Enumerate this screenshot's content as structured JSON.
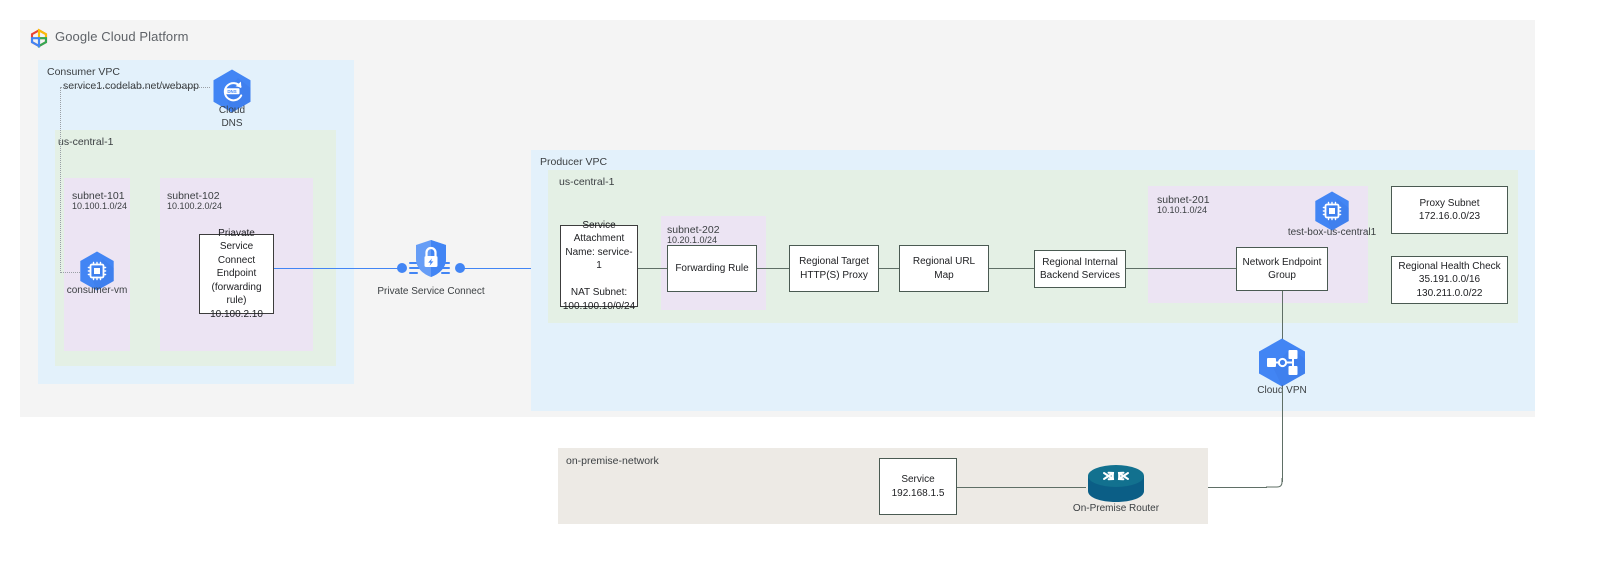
{
  "header": {
    "logo_icon": "google-cloud-platform-logo",
    "title": "Google Cloud Platform"
  },
  "consumer_vpc": {
    "label": "Consumer VPC",
    "dns_record": "service1.codelab.net/webapp",
    "cloud_dns": {
      "icon": "cloud-dns-icon",
      "label": "Cloud\nDNS"
    },
    "region": {
      "label": "us-central-1"
    },
    "subnets": [
      {
        "name": "subnet-101",
        "cidr": "10.100.1.0/24"
      },
      {
        "name": "subnet-102",
        "cidr": "10.100.2.0/24"
      }
    ],
    "consumer_vm": {
      "icon": "compute-vm-icon",
      "label": "consumer-vm"
    },
    "psc_endpoint": "Priavate Service\nConnect Endpoint\n(forwarding rule)\n10.100.2.10"
  },
  "private_service_connect": {
    "icon": "private-service-connect-icon",
    "label": "Private Service Connect"
  },
  "producer_vpc": {
    "label": "Producer VPC",
    "region": {
      "label": "us-central-1"
    },
    "service_attachment": "Service\nAttachment\nName: service-1\n\nNAT Subnet:\n100.100.10/0/24",
    "subnet_202": {
      "name": "subnet-202",
      "cidr": "10.20.1.0/24"
    },
    "forwarding_rule": "Forwarding Rule",
    "target_proxy": "Regional Target\nHTTP(S) Proxy",
    "url_map": "Regional URL Map",
    "backend_services": "Regional Internal\nBackend Services",
    "subnet_201": {
      "name": "subnet-201",
      "cidr": "10.10.1.0/24"
    },
    "test_box": {
      "icon": "compute-vm-icon",
      "label": "test-box-us-central1"
    },
    "network_endpoint_group": "Network Endpoint\nGroup",
    "proxy_subnet": "Proxy Subnet\n172.16.0.0/23",
    "health_check": "Regional Health Check\n35.191.0.0/16\n130.211.0.0/22"
  },
  "cloud_vpn": {
    "icon": "cloud-vpn-icon",
    "label": "Cloud VPN"
  },
  "on_premise": {
    "label": "on-premise-network",
    "service": "Service\n192.168.1.5",
    "router": {
      "icon": "on-premise-router-icon",
      "label": "On-Premise Router"
    }
  },
  "colors": {
    "vpc_blue": "#e3f1fb",
    "region_green": "#e4f0e5",
    "subnet_purple": "#ece4f3",
    "panel_gray": "#f4f4f4",
    "onprem_beige": "#edeae5",
    "gcp_blue": "#4285f4",
    "line_gray": "#5f6f66",
    "router_teal": "#0b5e86"
  }
}
